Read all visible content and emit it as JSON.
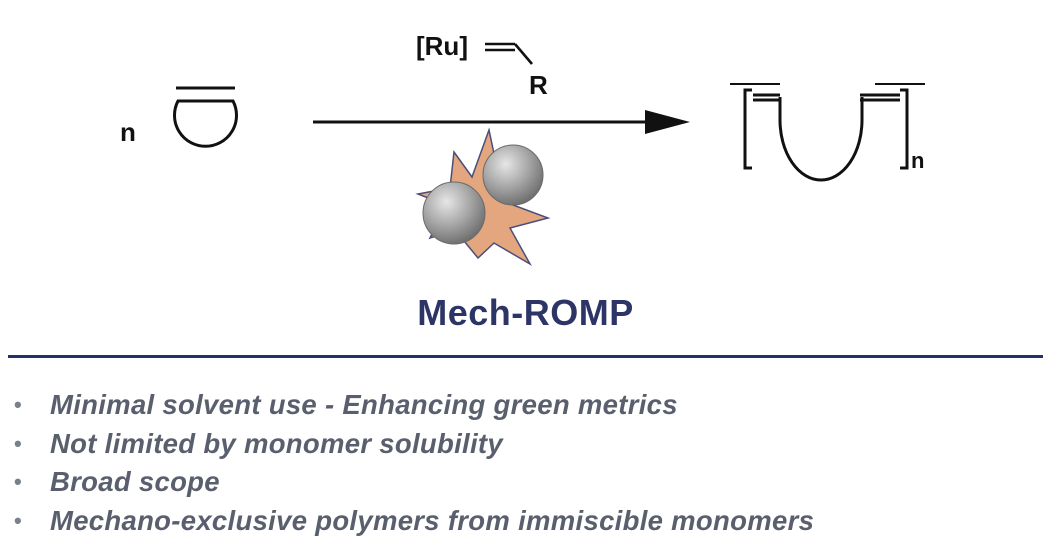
{
  "scheme": {
    "monomer_coefficient": "n",
    "catalyst_label": "[Ru]",
    "catalyst_substituent": "R",
    "polymer_subscript": "n"
  },
  "colors": {
    "title": "#2d3566",
    "divider": "#243069",
    "bullet_text": "#5a5f6e",
    "burst": "#e3a67e",
    "burst_outline": "#4a4f7a",
    "ball": "#9a9a9a"
  },
  "title": "Mech-ROMP",
  "bullets": [
    "Minimal solvent use - Enhancing green metrics",
    "Not limited by monomer solubility",
    "Broad scope",
    "Mechano-exclusive polymers from immiscible monomers"
  ]
}
